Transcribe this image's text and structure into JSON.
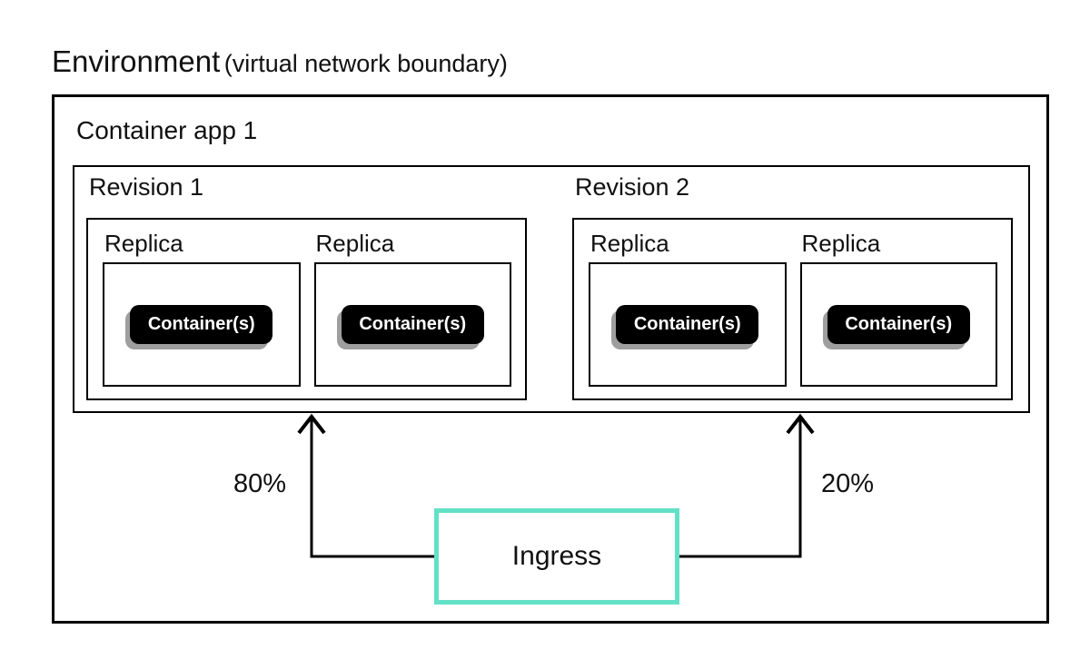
{
  "title": {
    "main": "Environment",
    "suffix": "(virtual network boundary)"
  },
  "container_app": {
    "label": "Container app 1"
  },
  "revisions": [
    {
      "label": "Revision 1",
      "traffic_percent": "80%",
      "replicas": [
        {
          "label": "Replica",
          "badge": "Container(s)"
        },
        {
          "label": "Replica",
          "badge": "Container(s)"
        }
      ]
    },
    {
      "label": "Revision 2",
      "traffic_percent": "20%",
      "replicas": [
        {
          "label": "Replica",
          "badge": "Container(s)"
        },
        {
          "label": "Replica",
          "badge": "Container(s)"
        }
      ]
    }
  ],
  "ingress": {
    "label": "Ingress"
  },
  "colors": {
    "ingress_border": "#62E1C6",
    "badge_bg": "#000000",
    "badge_text": "#FFFFFF",
    "badge_shadow": "#9E9E9E",
    "box_border": "#000000",
    "arrow": "#000000",
    "text": "#111111",
    "background": "#FFFFFF"
  }
}
